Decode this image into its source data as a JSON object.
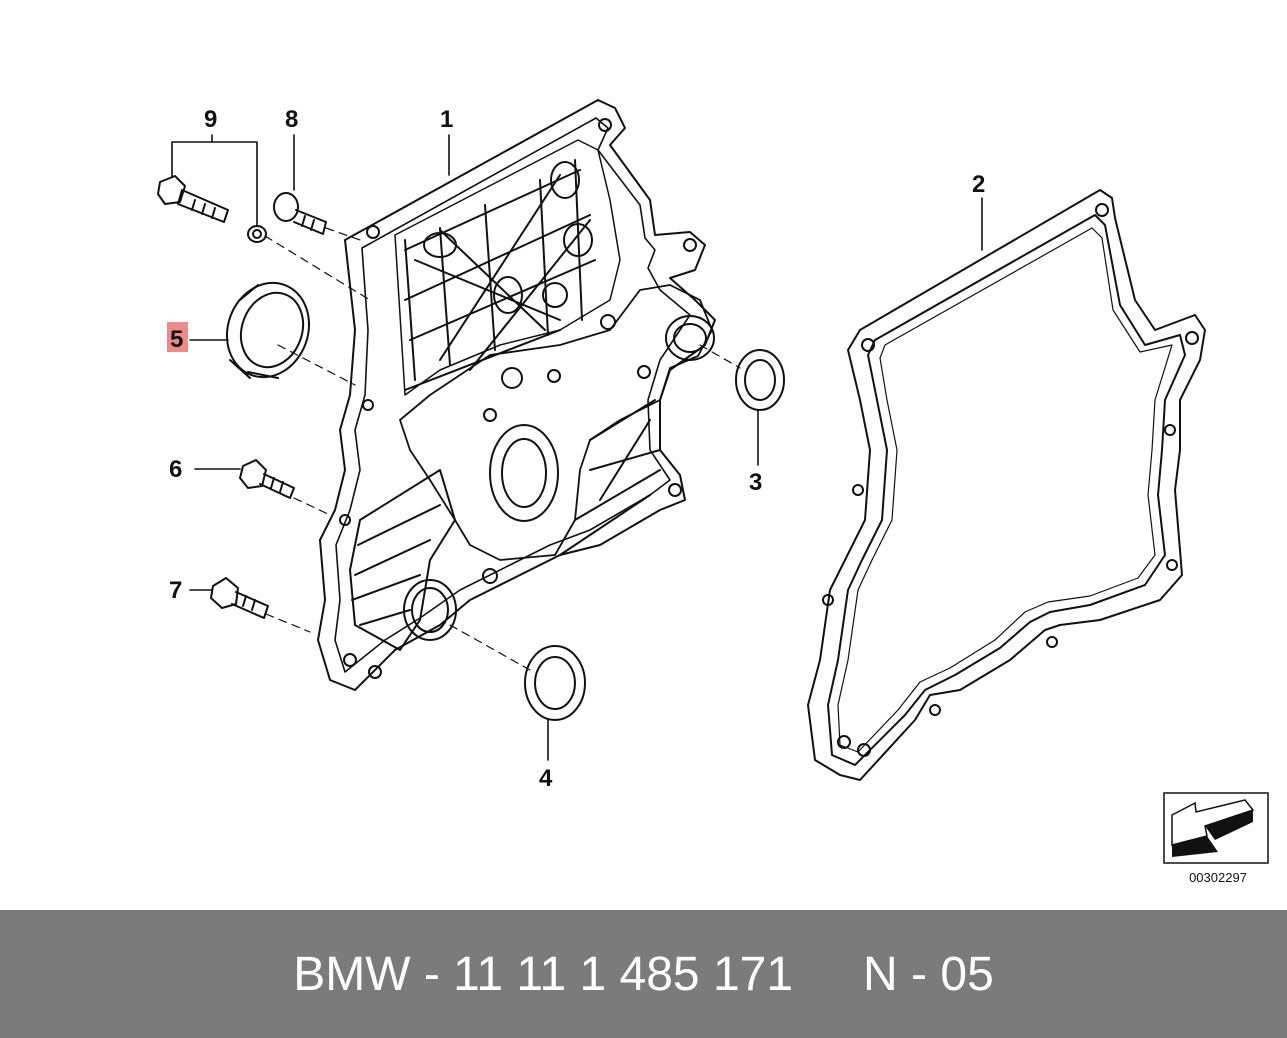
{
  "callouts": {
    "c1": "1",
    "c2": "2",
    "c3": "3",
    "c4": "4",
    "c5": "5",
    "c6": "6",
    "c7": "7",
    "c8": "8",
    "c9": "9"
  },
  "highlighted_callout": "5",
  "highlight_color": "#f08a8a",
  "reference_number": "00302297",
  "footer": {
    "part_number": "BMW - 11 11 1 485 171",
    "group_code": "N - 05",
    "background_color": "#7b7b7b"
  }
}
